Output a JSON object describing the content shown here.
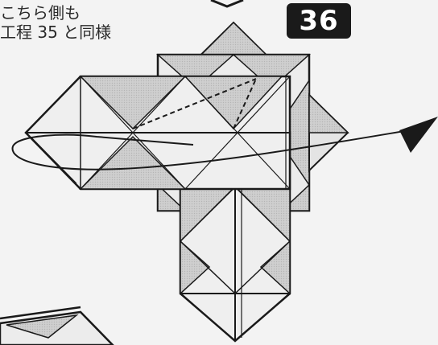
{
  "instruction": {
    "line1": "こちら側も",
    "line2": "工程 35 と同様"
  },
  "step": {
    "number": "36"
  },
  "colors": {
    "paper": "#f3f3f3",
    "shade": "#c9c9c9",
    "ink": "#1a1a1a",
    "badge_bg": "#1a1a1a",
    "badge_text": "#ffffff"
  },
  "icons": {
    "arrow": "arrowhead-triangle",
    "fold_line": "dashed-valley-fold"
  }
}
